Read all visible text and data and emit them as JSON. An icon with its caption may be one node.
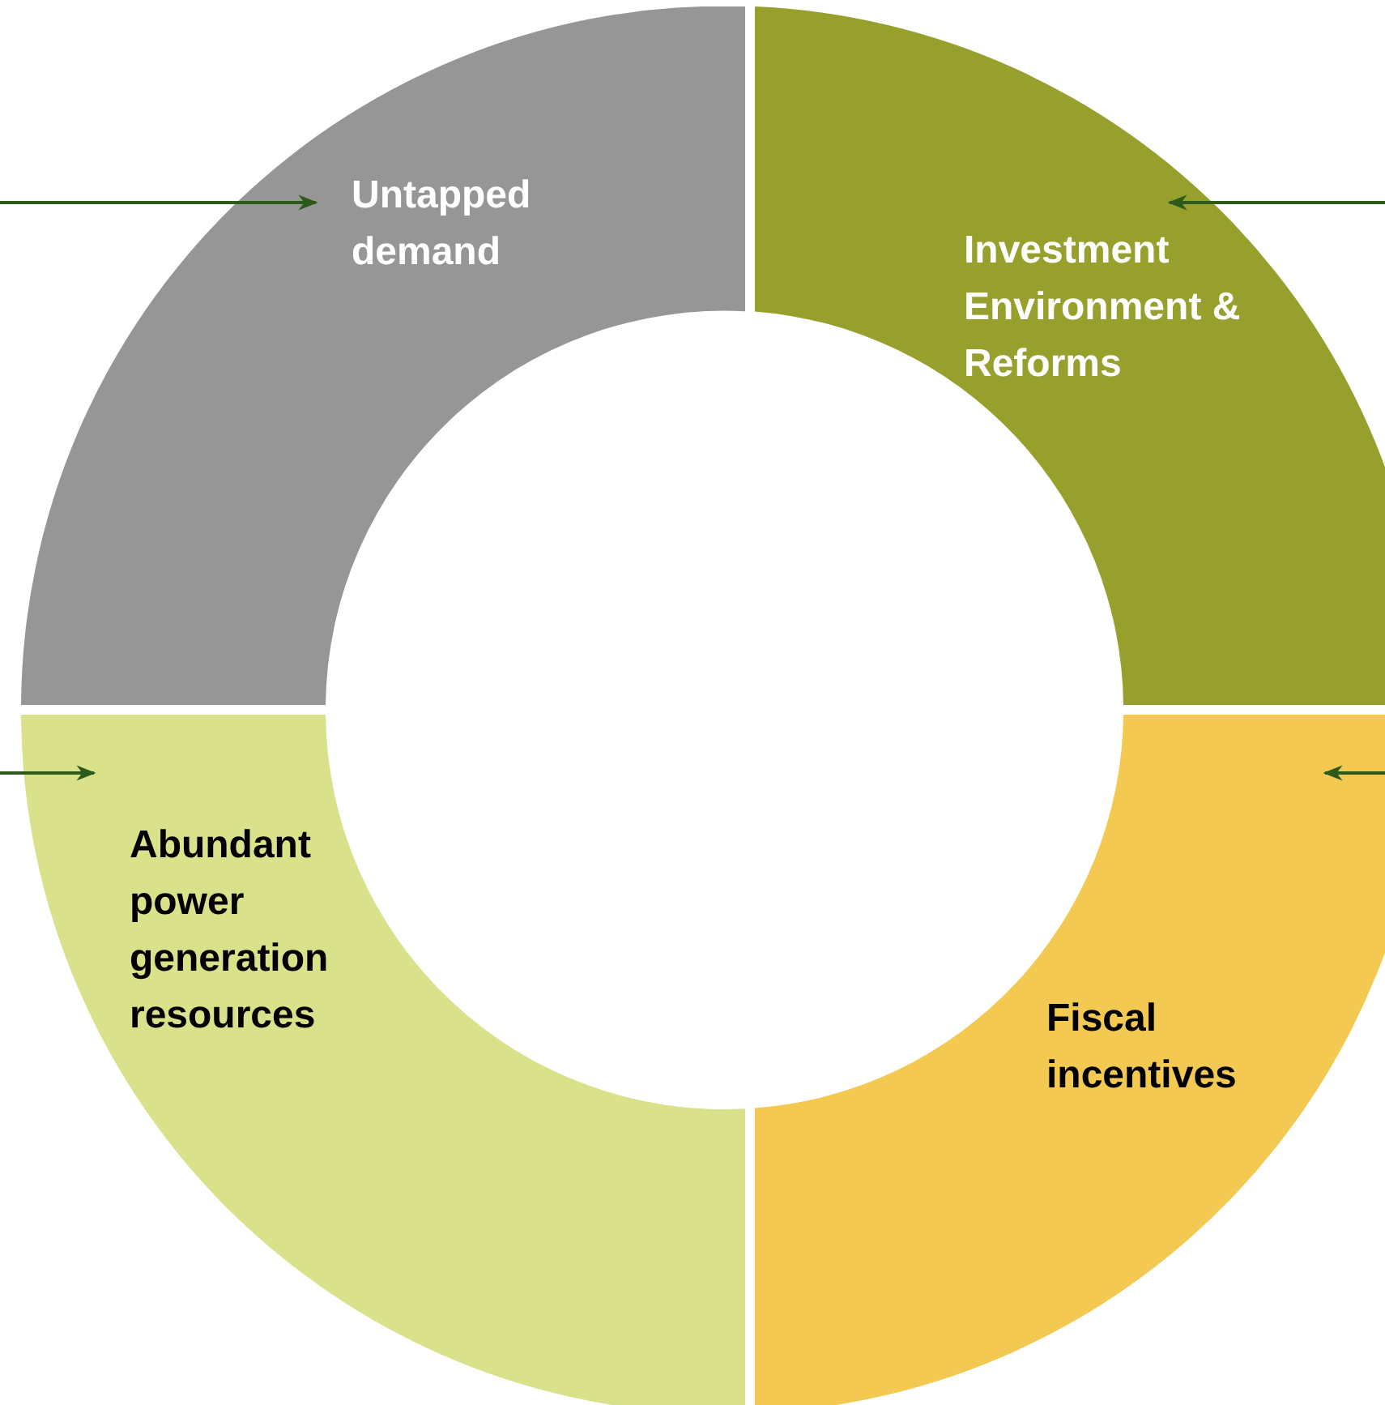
{
  "diagram": {
    "nodes": [
      {
        "text": [
          "Untapped demand"
        ]
      },
      {
        "text": [
          "Investment Environment & Reforms"
        ]
      },
      {
        "text": [
          "Abundant power generation resources"
        ]
      },
      {
        "text": [
          "Fiscal incentives"
        ]
      }
    ],
    "edges": [
      {
        "from": null,
        "to": 0,
        "arrow": "to"
      },
      {
        "from": null,
        "to": 1,
        "arrow": "to"
      },
      {
        "from": null,
        "to": 2,
        "arrow": "to"
      },
      {
        "from": null,
        "to": 3,
        "arrow": "to"
      }
    ]
  }
}
